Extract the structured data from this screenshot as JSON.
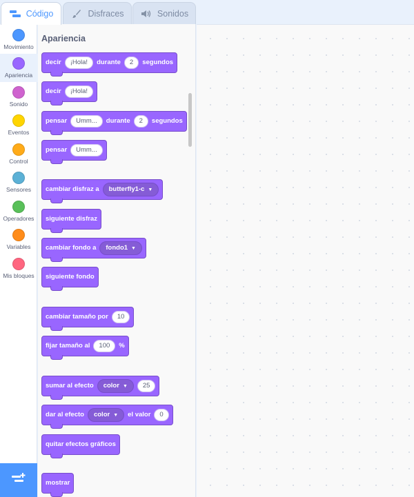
{
  "tabs": [
    {
      "label": "Código",
      "icon": "code-icon",
      "active": true
    },
    {
      "label": "Disfraces",
      "icon": "brush-icon",
      "active": false
    },
    {
      "label": "Sonidos",
      "icon": "speaker-icon",
      "active": false
    }
  ],
  "categories": [
    {
      "label": "Movimiento",
      "color": "#4c97ff"
    },
    {
      "label": "Apariencia",
      "color": "#9966ff"
    },
    {
      "label": "Sonido",
      "color": "#cf63cf"
    },
    {
      "label": "Eventos",
      "color": "#ffd500"
    },
    {
      "label": "Control",
      "color": "#ffab19"
    },
    {
      "label": "Sensores",
      "color": "#5cb1d6"
    },
    {
      "label": "Operadores",
      "color": "#59c059"
    },
    {
      "label": "Variables",
      "color": "#ff8c1a"
    },
    {
      "label": "Mis bloques",
      "color": "#ff6680"
    }
  ],
  "extension_button": {
    "icon": "add-extension-icon"
  },
  "palette": {
    "section_title": "Apariencia",
    "blocks": {
      "say_for": {
        "t1": "decir",
        "v1": "¡Hola!",
        "t2": "durante",
        "v2": "2",
        "t3": "segundos"
      },
      "say": {
        "t1": "decir",
        "v1": "¡Hola!"
      },
      "think_for": {
        "t1": "pensar",
        "v1": "Umm...",
        "t2": "durante",
        "v2": "2",
        "t3": "segundos"
      },
      "think": {
        "t1": "pensar",
        "v1": "Umm..."
      },
      "switch_costume": {
        "t1": "cambiar disfraz a",
        "d1": "butterfly1-c"
      },
      "next_costume": {
        "t1": "siguiente disfraz"
      },
      "switch_backdrop": {
        "t1": "cambiar fondo a",
        "d1": "fondo1"
      },
      "next_backdrop": {
        "t1": "siguiente fondo"
      },
      "change_size": {
        "t1": "cambiar tamaño por",
        "v1": "10"
      },
      "set_size": {
        "t1": "fijar tamaño al",
        "v1": "100",
        "t2": "%"
      },
      "change_effect": {
        "t1": "sumar al efecto",
        "d1": "color",
        "v1": "25"
      },
      "set_effect": {
        "t1": "dar al efecto",
        "d1": "color",
        "t2": "el valor",
        "v1": "0"
      },
      "clear_effects": {
        "t1": "quitar efectos gráficos"
      },
      "show": {
        "t1": "mostrar"
      }
    }
  },
  "colors": {
    "looks": "#9966ff",
    "looks_dark": "#774dcb",
    "accent": "#4c97ff"
  }
}
